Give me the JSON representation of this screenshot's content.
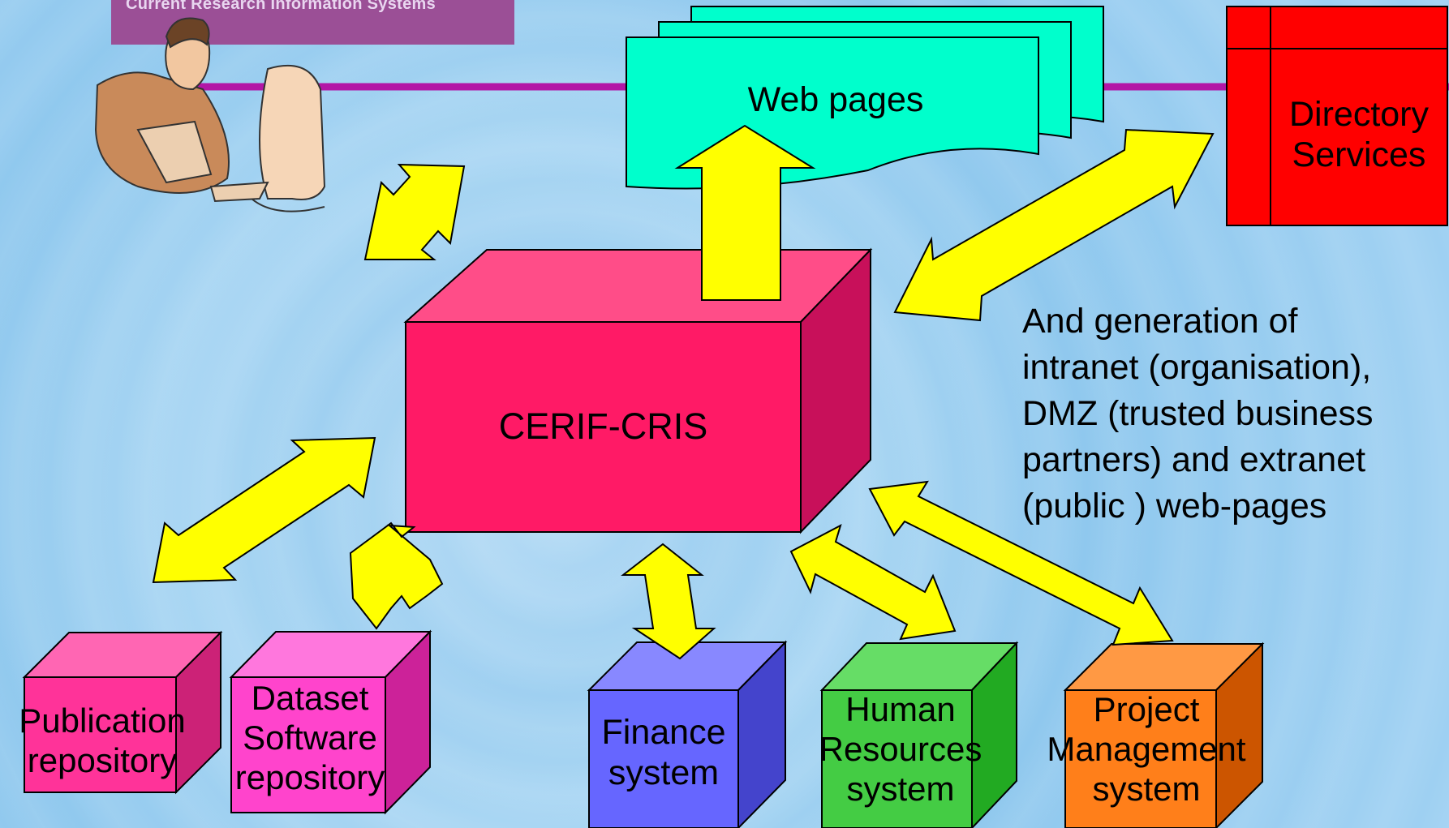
{
  "header": {
    "banner_text": "Current Research Information Systems",
    "banner_color": "#9b4f96"
  },
  "nodes": {
    "core": {
      "label": "CERIF-CRIS",
      "color": "#ff1a66"
    },
    "web_pages": {
      "label": "Web pages",
      "color": "#00ffcc"
    },
    "directory": {
      "lines": [
        "Directory",
        "Services"
      ],
      "color": "#ff0000"
    },
    "publication": {
      "lines": [
        "Publication",
        "repository"
      ],
      "color": "#ff3399"
    },
    "dataset": {
      "lines": [
        "Dataset",
        "Software",
        "repository"
      ],
      "color": "#ff44cc"
    },
    "finance": {
      "lines": [
        "Finance",
        "system"
      ],
      "color": "#6666ff"
    },
    "hr": {
      "lines": [
        "Human",
        "Resources",
        "system"
      ],
      "color": "#44cc44"
    },
    "project": {
      "lines": [
        "Project",
        "Management",
        "system"
      ],
      "color": "#ff7f1a"
    }
  },
  "note": {
    "lines": [
      "And generation of",
      "intranet (organisation),",
      "DMZ (trusted business",
      "partners) and extranet",
      "(public ) web-pages"
    ]
  },
  "icons": {
    "user": "user-at-computer-icon"
  },
  "arrow_color": "#ffff00"
}
